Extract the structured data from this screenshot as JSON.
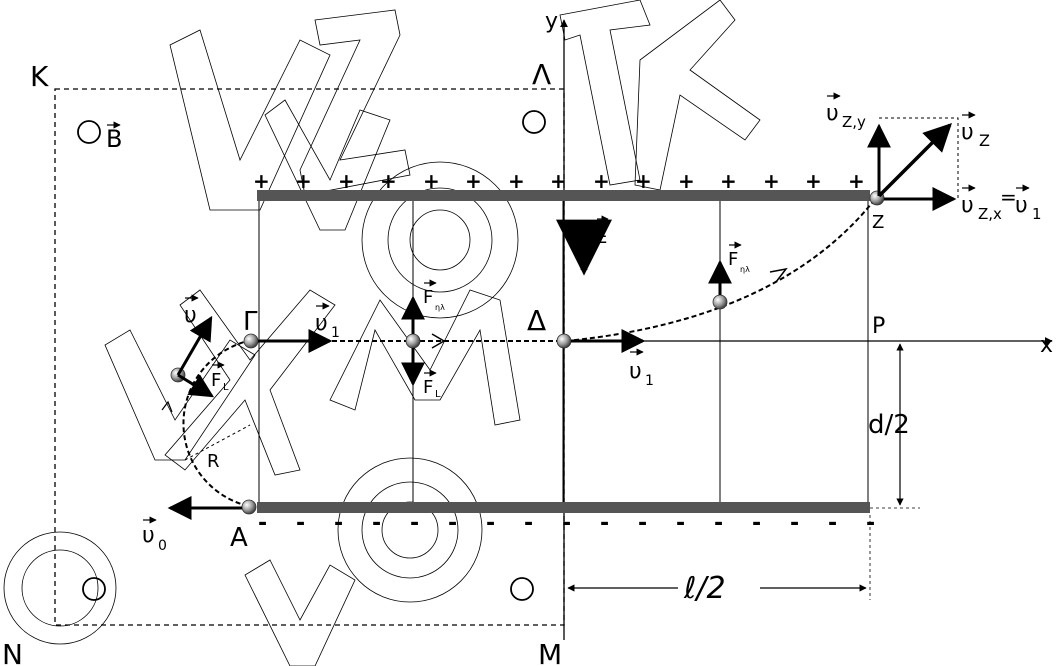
{
  "labels": {
    "K": "K",
    "Lambda": "Λ",
    "M": "M",
    "N": "N",
    "A": "A",
    "Gamma": "Γ",
    "Delta": "Δ",
    "Z": "Z",
    "P": "P",
    "R": "R",
    "x_axis": "x",
    "y_axis": "y",
    "half_d": "d/2",
    "half_l": "ℓ/2"
  },
  "vectors": {
    "B": "B",
    "E": "E",
    "u": "υ",
    "u0": "υ",
    "u0_sub": "0",
    "u1": "υ",
    "u1_sub": "1",
    "FL": "F",
    "FL_sub": "L",
    "Fel": "F",
    "Fel_sub": "ηλ",
    "uz": "υ",
    "uz_sub": "Z",
    "uzy": "υ",
    "uzy_sub": "Z,y",
    "uzx": "υ",
    "uzx_sub": "Z,x",
    "uzx_eq": "=",
    "uzx_eq_u1": "υ",
    "uzx_eq_u1_sub": "1"
  },
  "plate_signs": {
    "plus": "+",
    "minus": "-"
  },
  "colors": {
    "plate": "#555555",
    "ink": "#000000",
    "watermark": "#000000"
  }
}
